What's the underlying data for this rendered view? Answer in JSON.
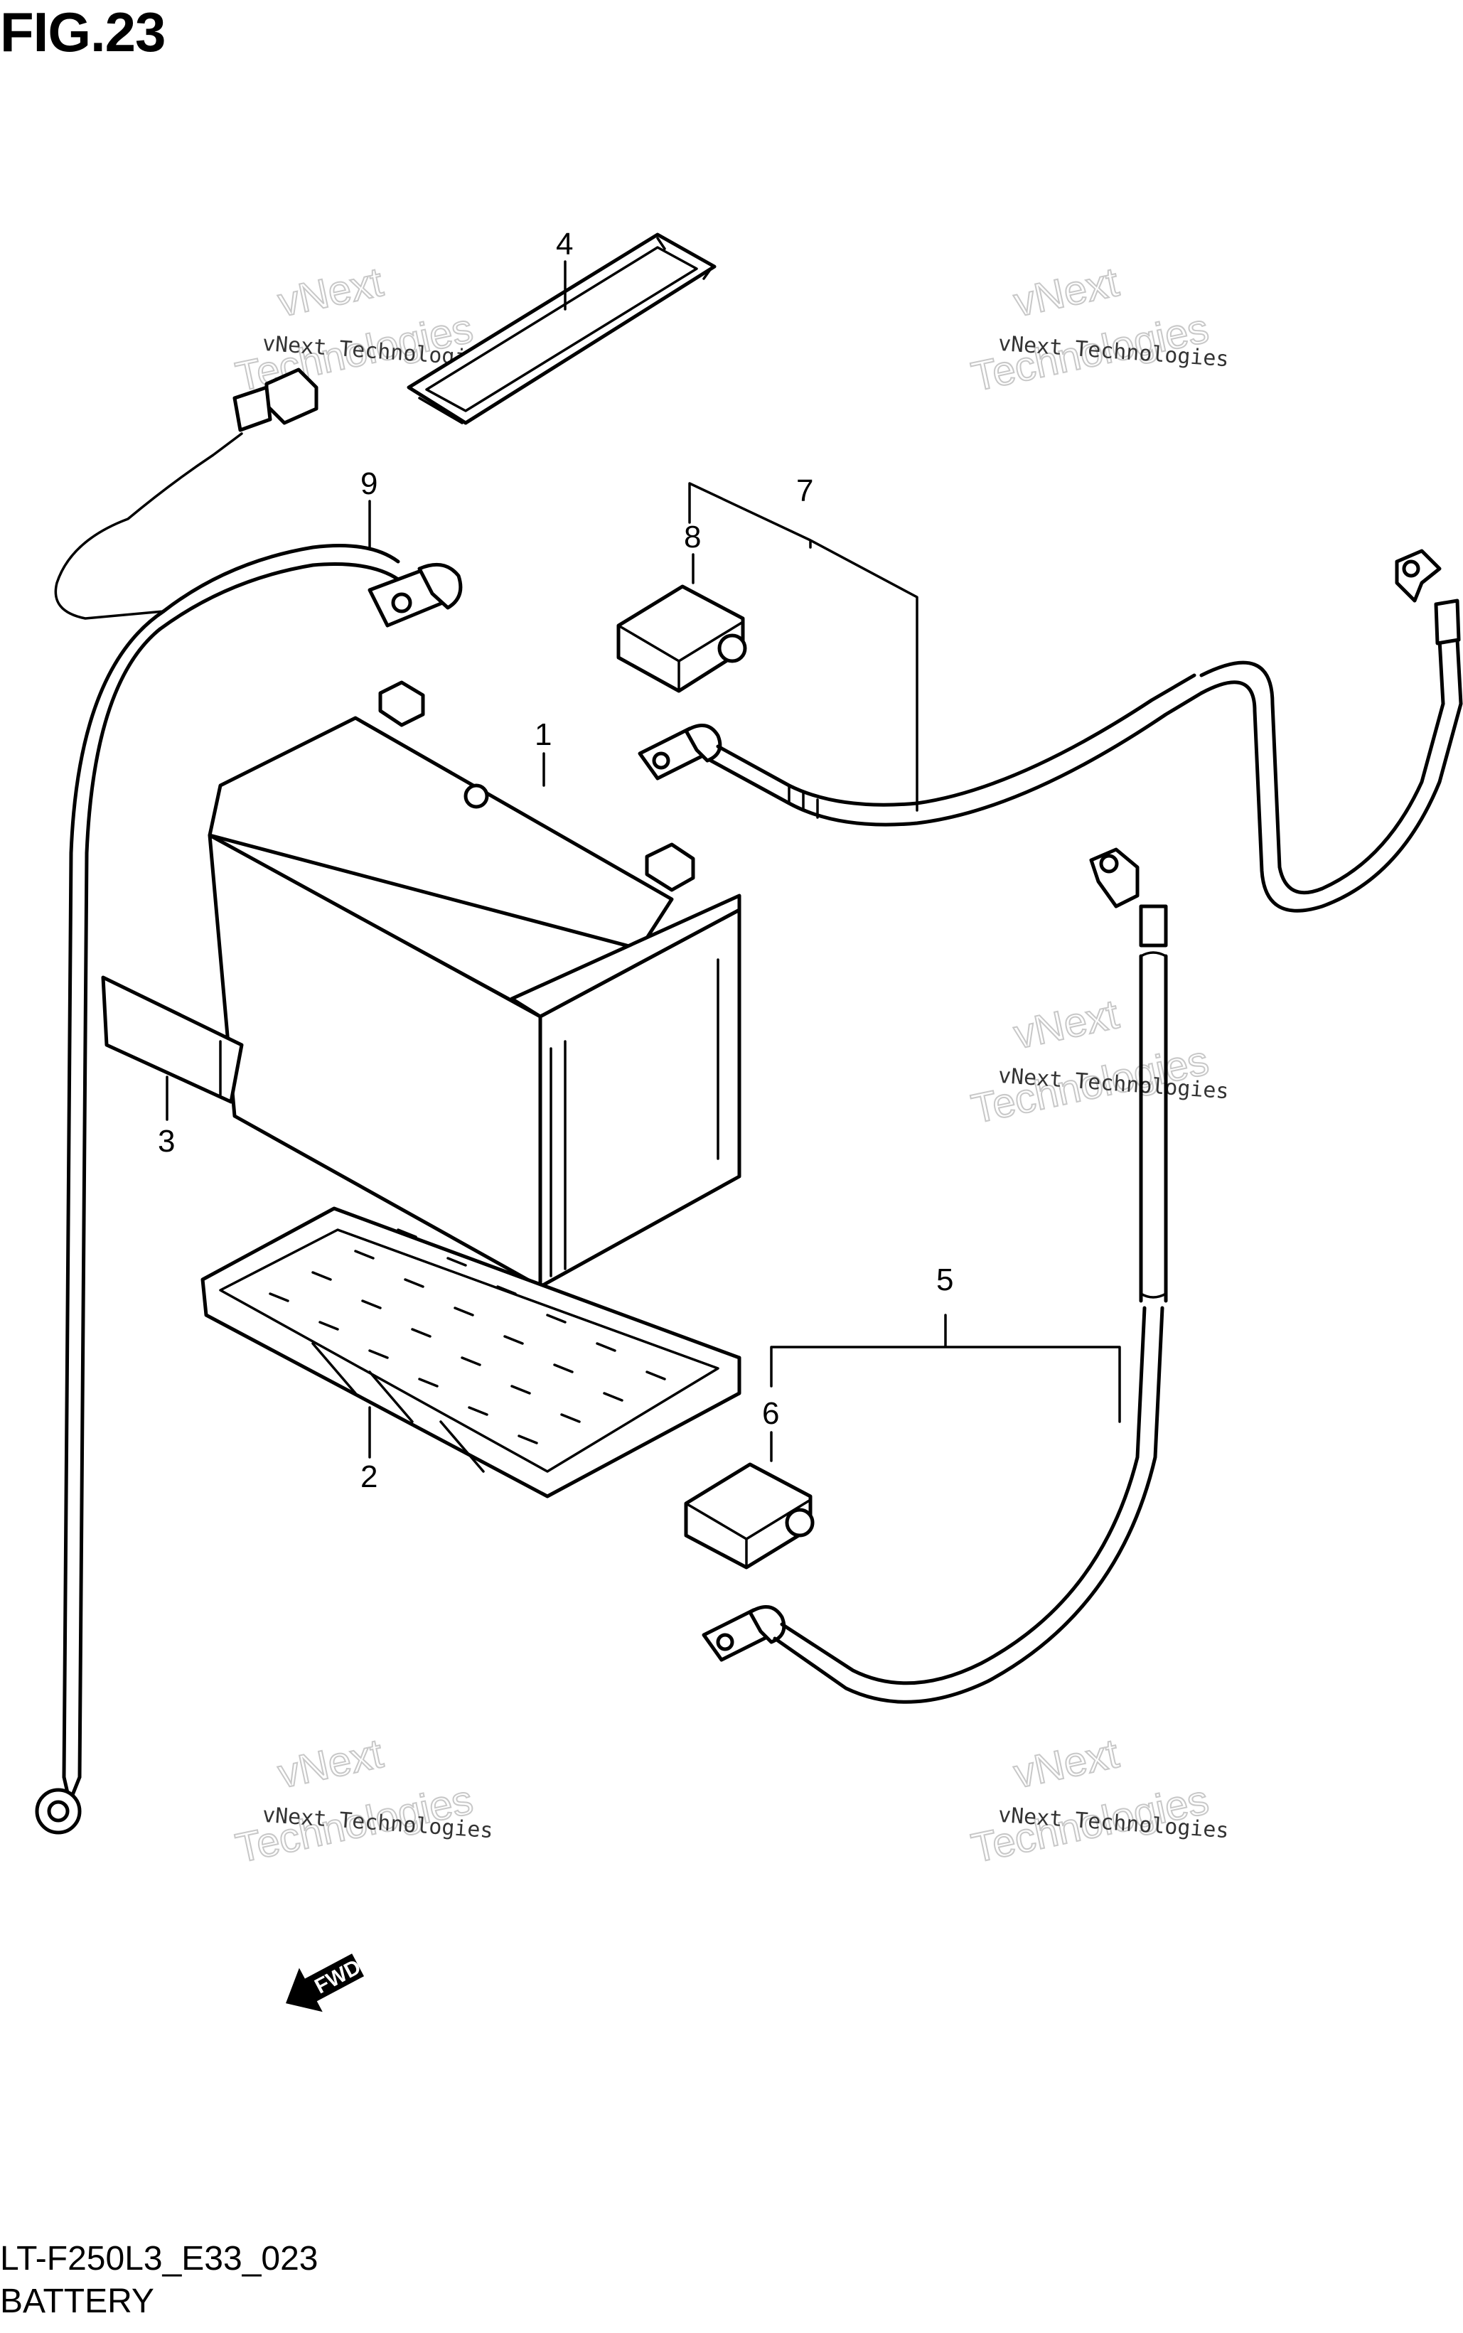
{
  "header": {
    "figure_number": "FIG.23"
  },
  "footer": {
    "drawing_code": "LT-F250L3_E33_023",
    "caption": "BATTERY"
  },
  "callouts": [
    "1",
    "2",
    "3",
    "4",
    "5",
    "6",
    "7",
    "8",
    "9"
  ],
  "watermark": {
    "line1": "vNext Technologies",
    "line2": "vNext",
    "line3": "Technologies"
  },
  "fwd_label": "FWD"
}
